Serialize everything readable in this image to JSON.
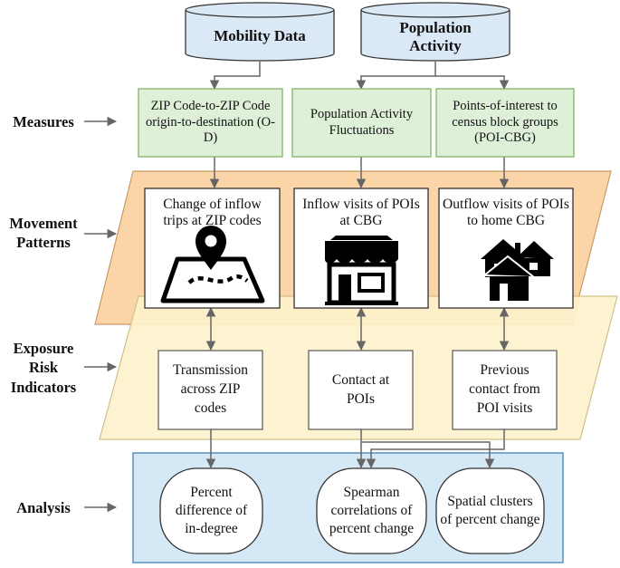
{
  "sources": {
    "mobility": "Mobility Data",
    "population": "Population Activity"
  },
  "row_labels": {
    "measures": "Measures",
    "movement_patterns": "Movement Patterns",
    "exposure_risk_indicators": "Exposure Risk Indicators",
    "analysis": "Analysis"
  },
  "measures": [
    "ZIP Code-to-ZIP Code origin-to-destination (O-D)",
    "Population Activity Fluctuations",
    "Points-of-interest to census block groups (POI-CBG)"
  ],
  "movement_patterns": [
    "Change of inflow trips at ZIP codes",
    "Inflow visits of POIs at CBG",
    "Outflow visits of POIs to home CBG"
  ],
  "exposure_risk_indicators": [
    "Transmission across ZIP codes",
    "Contact at POIs",
    "Previous contact from POI visits"
  ],
  "analysis": [
    "Percent difference of in-degree",
    "Spearman correlations of percent change",
    "Spatial clusters of percent change"
  ],
  "icons": [
    "map-pin-icon",
    "storefront-icon",
    "houses-icon"
  ],
  "colors": {
    "db_fill": "#dbe8f5",
    "measure_fill": "#dff0d8",
    "measure_stroke": "#82b366",
    "movement_band": "#fbd5a7",
    "exposure_band": "#fdf2cc",
    "analysis_fill": "#d5e8f5",
    "analysis_stroke": "#5b8fbf"
  }
}
